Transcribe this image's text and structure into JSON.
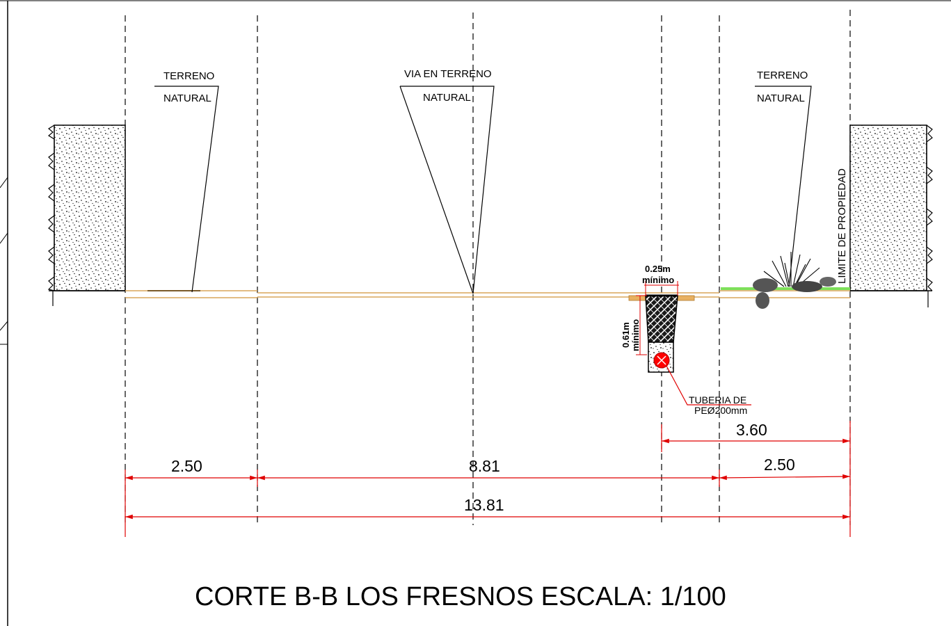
{
  "drawing": {
    "title": "CORTE B-B LOS FRESNOS ESCALA: 1/100",
    "labels": {
      "left_terrain_top": "TERRENO",
      "left_terrain_bottom": "NATURAL",
      "road_top": "VIA  EN  TERRENO",
      "road_bottom": "NATURAL",
      "right_terrain_top": "TERRENO",
      "right_terrain_bottom": "NATURAL",
      "property_limit": "LIMITE DE PROPIEDAD",
      "pipe_line1": "TUBERIA  DE",
      "pipe_line2": "PEØ200mm",
      "trench_width_value": "0.25m",
      "trench_width_note": "mínimo",
      "trench_depth_value": "0.61m",
      "trench_depth_note": "mínimo"
    },
    "dimensions": {
      "left_sidewalk": "2.50",
      "road": "8.81",
      "right_sidewalk": "2.50",
      "pipe_offset": "3.60",
      "total": "13.81"
    },
    "colors": {
      "line": "#000000",
      "dimension": "#e00000",
      "ground": "#d9a55a",
      "grass": "#7de05a",
      "pipe": "#ff0000"
    }
  }
}
